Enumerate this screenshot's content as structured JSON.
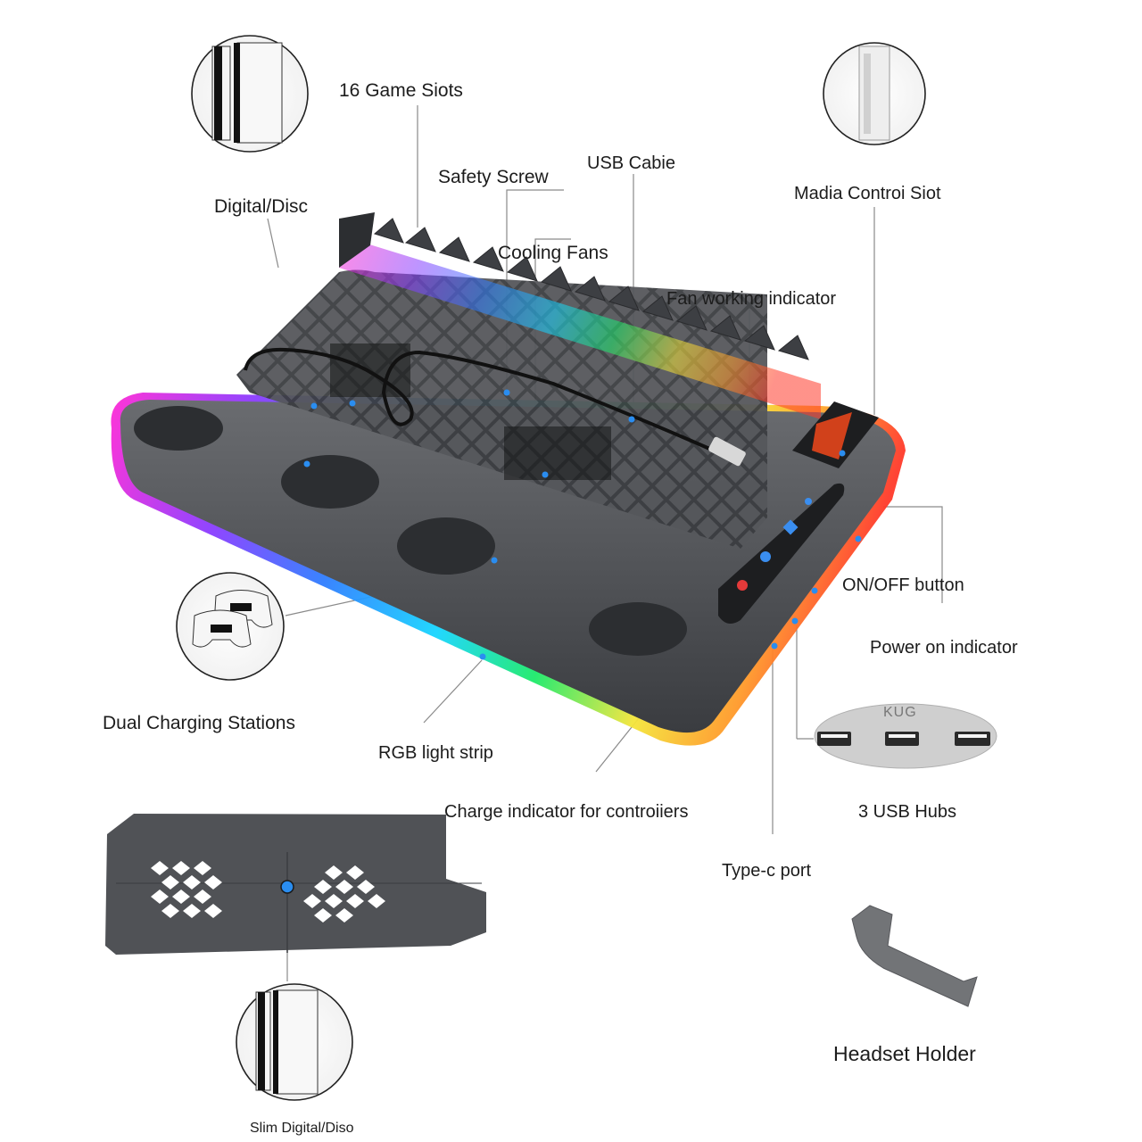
{
  "labels": {
    "game_slots": "16 Game Siots",
    "safety_screw": "Safety Screw",
    "usb_cable": "USB Cabie",
    "digital_disc": "Digital/Disc",
    "media_control_slot": "Madia Controi Siot",
    "cooling_fans": "Cooling Fans",
    "fan_indicator": "Fan working indicator",
    "on_off_button": "ON/OFF button",
    "power_indicator": "Power on indicator",
    "dual_charging": "Dual Charging Stations",
    "rgb_strip": "RGB light strip",
    "charge_indicator": "Charge indicator for controiiers",
    "usb_hubs": "3 USB Hubs",
    "type_c_port": "Type-c port",
    "headset_holder": "Headset Holder",
    "slim_digital": "Slim Digital/Diso"
  },
  "hub_print": "KUG",
  "colors": {
    "stand_body": "#4a4c50",
    "stand_dark": "#2c2e31",
    "leader_line": "#8a8a8a",
    "indicator_dot": "#2a8df0"
  },
  "icons": [
    "console-thumbnail-icon",
    "controllers-thumbnail-icon",
    "media-remote-thumbnail-icon",
    "usb-port-icon",
    "headset-holder-icon"
  ]
}
